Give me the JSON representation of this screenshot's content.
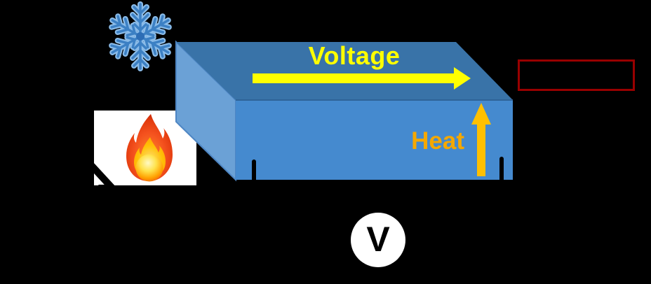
{
  "labels": {
    "voltage": "Voltage",
    "heat": "Heat",
    "voltmeter": "V"
  },
  "icons": {
    "cold_source": "snowflake-icon",
    "heat_source": "flame-icon",
    "voltage_flow": "voltage-arrow-icon",
    "heat_flow": "heat-arrow-icon"
  },
  "colors": {
    "background": "#000000",
    "box_top_face": "#3973A8",
    "box_front_face": "#458ACF",
    "box_left_face": "#6BA1D6",
    "voltage_accent": "#FFFF00",
    "heat_accent": "#FFC000",
    "heat_text": "#F5A800",
    "annotation_box_border": "#990000",
    "snowflake_blue": "#3C80C4",
    "flame_red": "#E23B0E",
    "wire_black": "#000000",
    "voltmeter_background": "#FFFFFF"
  }
}
